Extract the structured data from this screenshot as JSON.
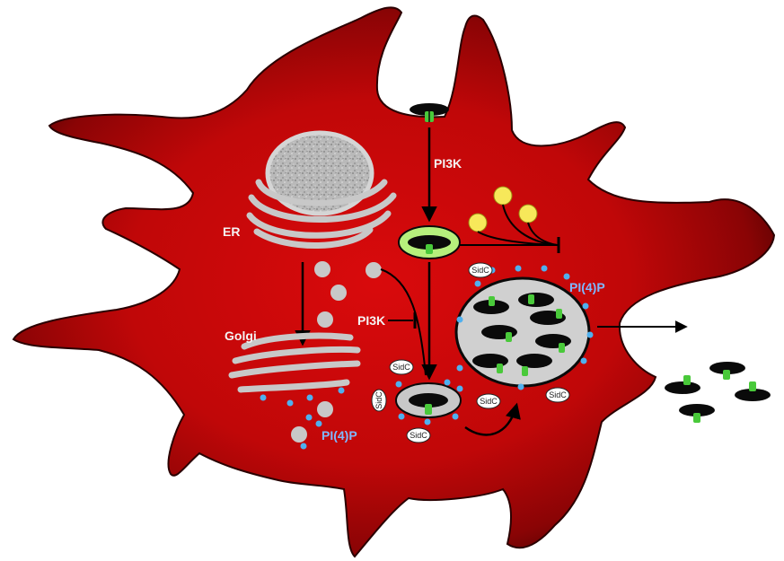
{
  "labels": {
    "er": "ER",
    "golgi": "Golgi",
    "pi3k_top": "PI3K",
    "pi3k_left": "PI3K",
    "pi4p_vacuole": "PI(4)P",
    "pi4p_golgi": "PI(4)P",
    "sidc": "SidC"
  },
  "colors": {
    "cell_fill": "#c8080a",
    "cell_edge": "#3a0002",
    "organelle_gray": "#c8c8c8",
    "bacterium": "#0a0a0a",
    "marker_green": "#49c93a",
    "pi4p_dot": "#4fb0ef",
    "vacuole_rim": "#b6f07c",
    "yellow_bead": "#f7e85a"
  }
}
